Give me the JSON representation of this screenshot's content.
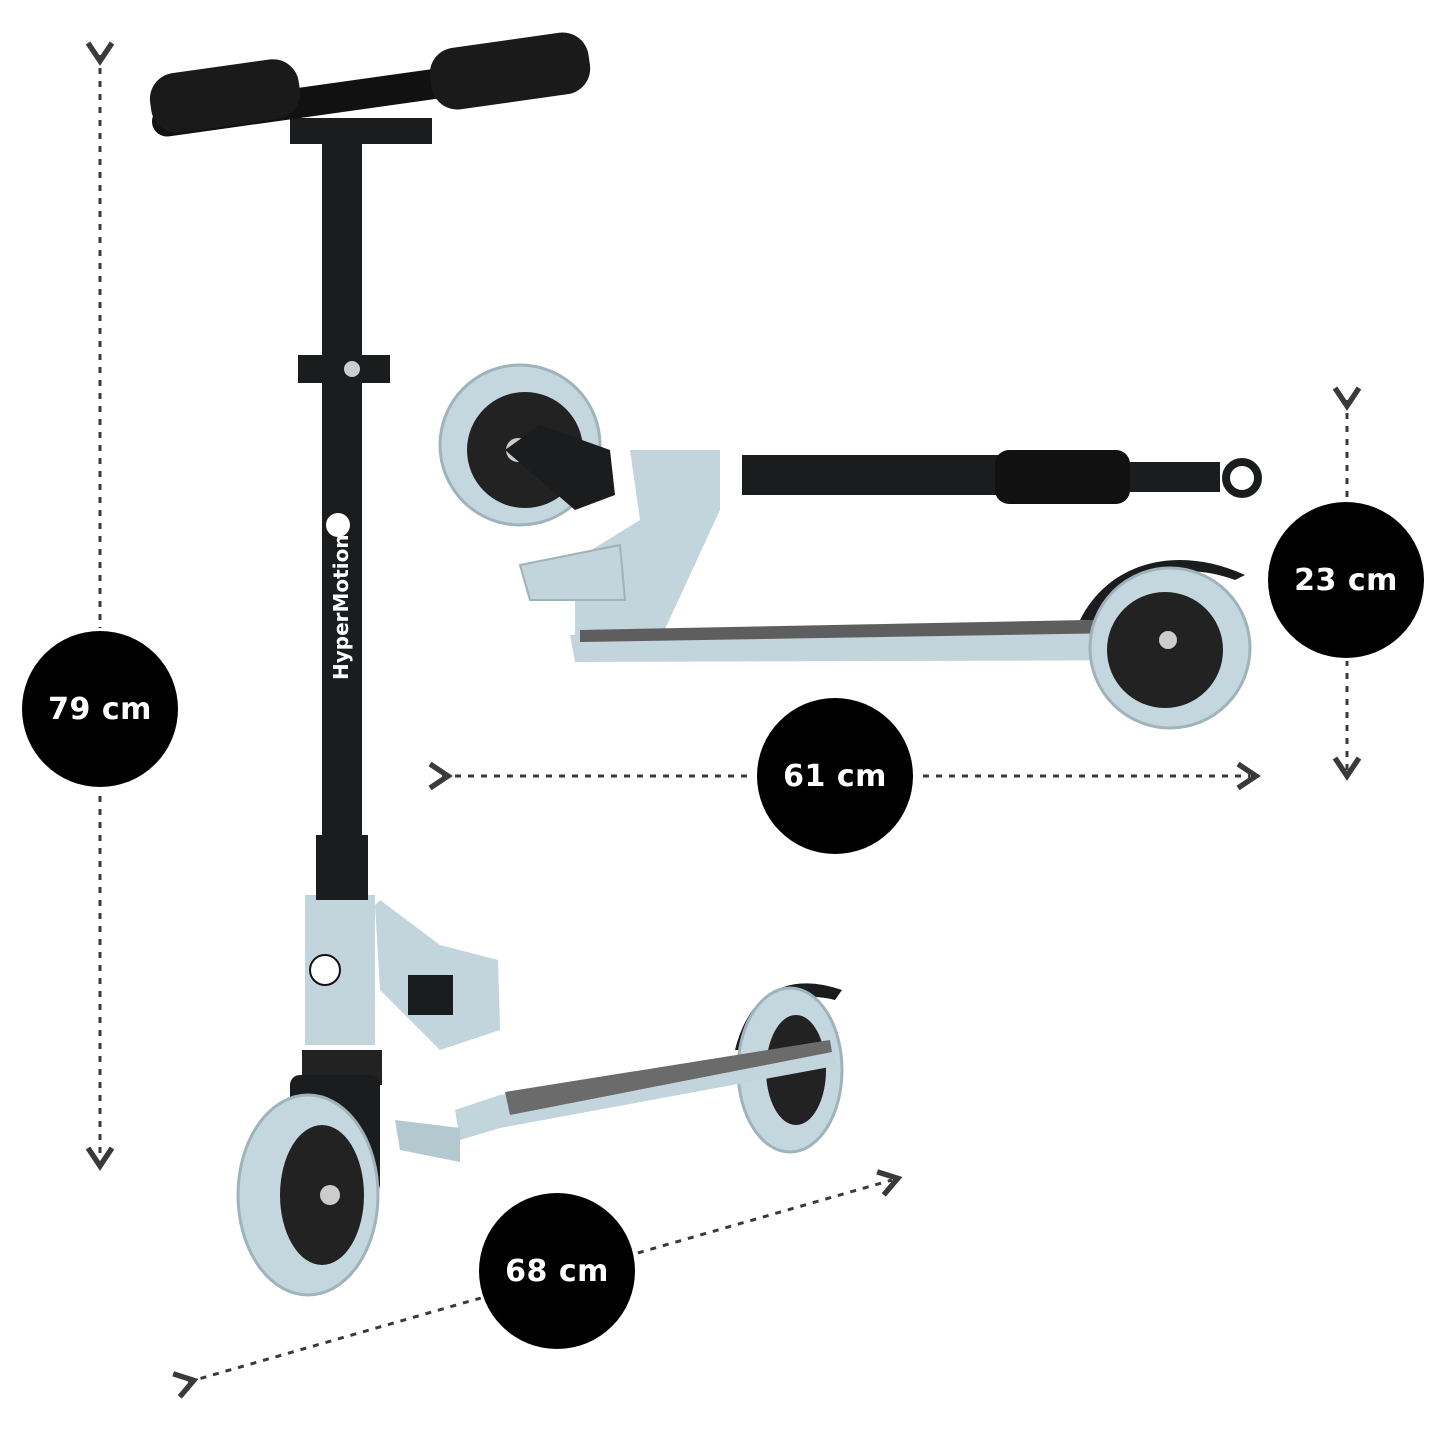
{
  "image": {
    "subject": "kick scooter dimensions",
    "brand_text": "HyperMotion",
    "colors": {
      "frame": "#c2d4dc",
      "tube": "#1b1c1e",
      "wheel": "#c5d7de",
      "deck": "#6b6b6b",
      "badge": "#000000",
      "badge_text": "#ffffff",
      "arrow": "#3a3a3a"
    }
  },
  "dimensions": {
    "height": "79 cm",
    "length": "68 cm",
    "folded_length": "61 cm",
    "folded_height": "23 cm"
  }
}
